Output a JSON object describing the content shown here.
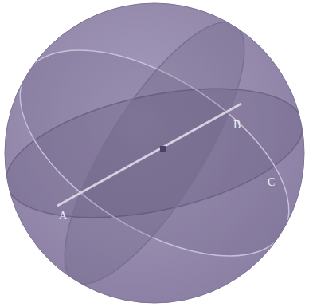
{
  "diagram": {
    "labels": [
      "B",
      "C",
      "A"
    ]
  }
}
